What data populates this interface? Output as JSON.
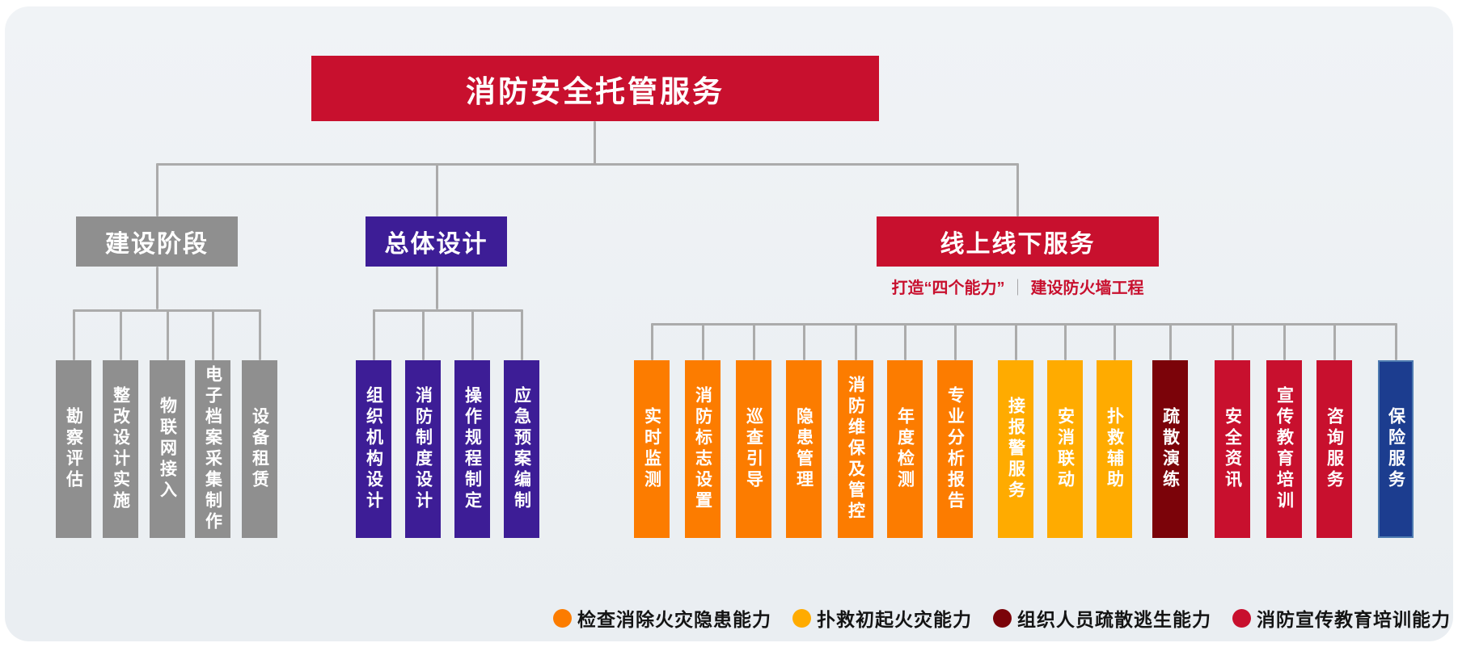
{
  "palette": {
    "crimson": "#c8102e",
    "orange": "#fc7c00",
    "amber": "#ffab00",
    "maroon": "#7b0309",
    "purple": "#3d1d96",
    "gray": "#8f8f8f",
    "blue_fill": "#1c3d8f",
    "blue_border": "#4e7bb0",
    "line": "#ababab",
    "background": "#eef1f4",
    "legend_text": "#141414"
  },
  "root": {
    "label": "消防安全托管服务",
    "color": "crimson"
  },
  "branches": [
    {
      "label": "建设阶段",
      "color": "gray",
      "children": [
        {
          "label": "勘察评估",
          "color": "gray"
        },
        {
          "label": "整改设计实施",
          "color": "gray"
        },
        {
          "label": "物联网接入",
          "color": "gray"
        },
        {
          "label": "电子档案采集制作",
          "color": "gray"
        },
        {
          "label": "设备租赁",
          "color": "gray"
        }
      ]
    },
    {
      "label": "总体设计",
      "color": "purple",
      "children": [
        {
          "label": "组织机构设计",
          "color": "purple"
        },
        {
          "label": "消防制度设计",
          "color": "purple"
        },
        {
          "label": "操作规程制定",
          "color": "purple"
        },
        {
          "label": "应急预案编制",
          "color": "purple"
        }
      ]
    },
    {
      "label": "线上线下服务",
      "color": "crimson",
      "subtitle": {
        "left": "打造“四个能力”",
        "divider": "｜",
        "right": "建设防火墙工程"
      },
      "children": [
        {
          "label": "实时监测",
          "color": "orange"
        },
        {
          "label": "消防标志设置",
          "color": "orange"
        },
        {
          "label": "巡查引导",
          "color": "orange"
        },
        {
          "label": "隐患管理",
          "color": "orange"
        },
        {
          "label": "消防维保及管控",
          "color": "orange"
        },
        {
          "label": "年度检测",
          "color": "orange"
        },
        {
          "label": "专业分析报告",
          "color": "orange"
        },
        {
          "label": "接报警服务",
          "color": "amber"
        },
        {
          "label": "安消联动",
          "color": "amber"
        },
        {
          "label": "扑救辅助",
          "color": "amber"
        },
        {
          "label": "疏散演练",
          "color": "maroon"
        },
        {
          "label": "安全资讯",
          "color": "crimson"
        },
        {
          "label": "宣传教育培训",
          "color": "crimson"
        },
        {
          "label": "咨询服务",
          "color": "crimson"
        },
        {
          "label": "保险服务",
          "color": "blue"
        }
      ]
    }
  ],
  "legend": [
    {
      "label": "检查消除火灾隐患能力",
      "color": "orange"
    },
    {
      "label": "扑救初起火灾能力",
      "color": "amber"
    },
    {
      "label": "组织人员疏散逃生能力",
      "color": "maroon"
    },
    {
      "label": "消防宣传教育培训能力",
      "color": "crimson"
    }
  ]
}
